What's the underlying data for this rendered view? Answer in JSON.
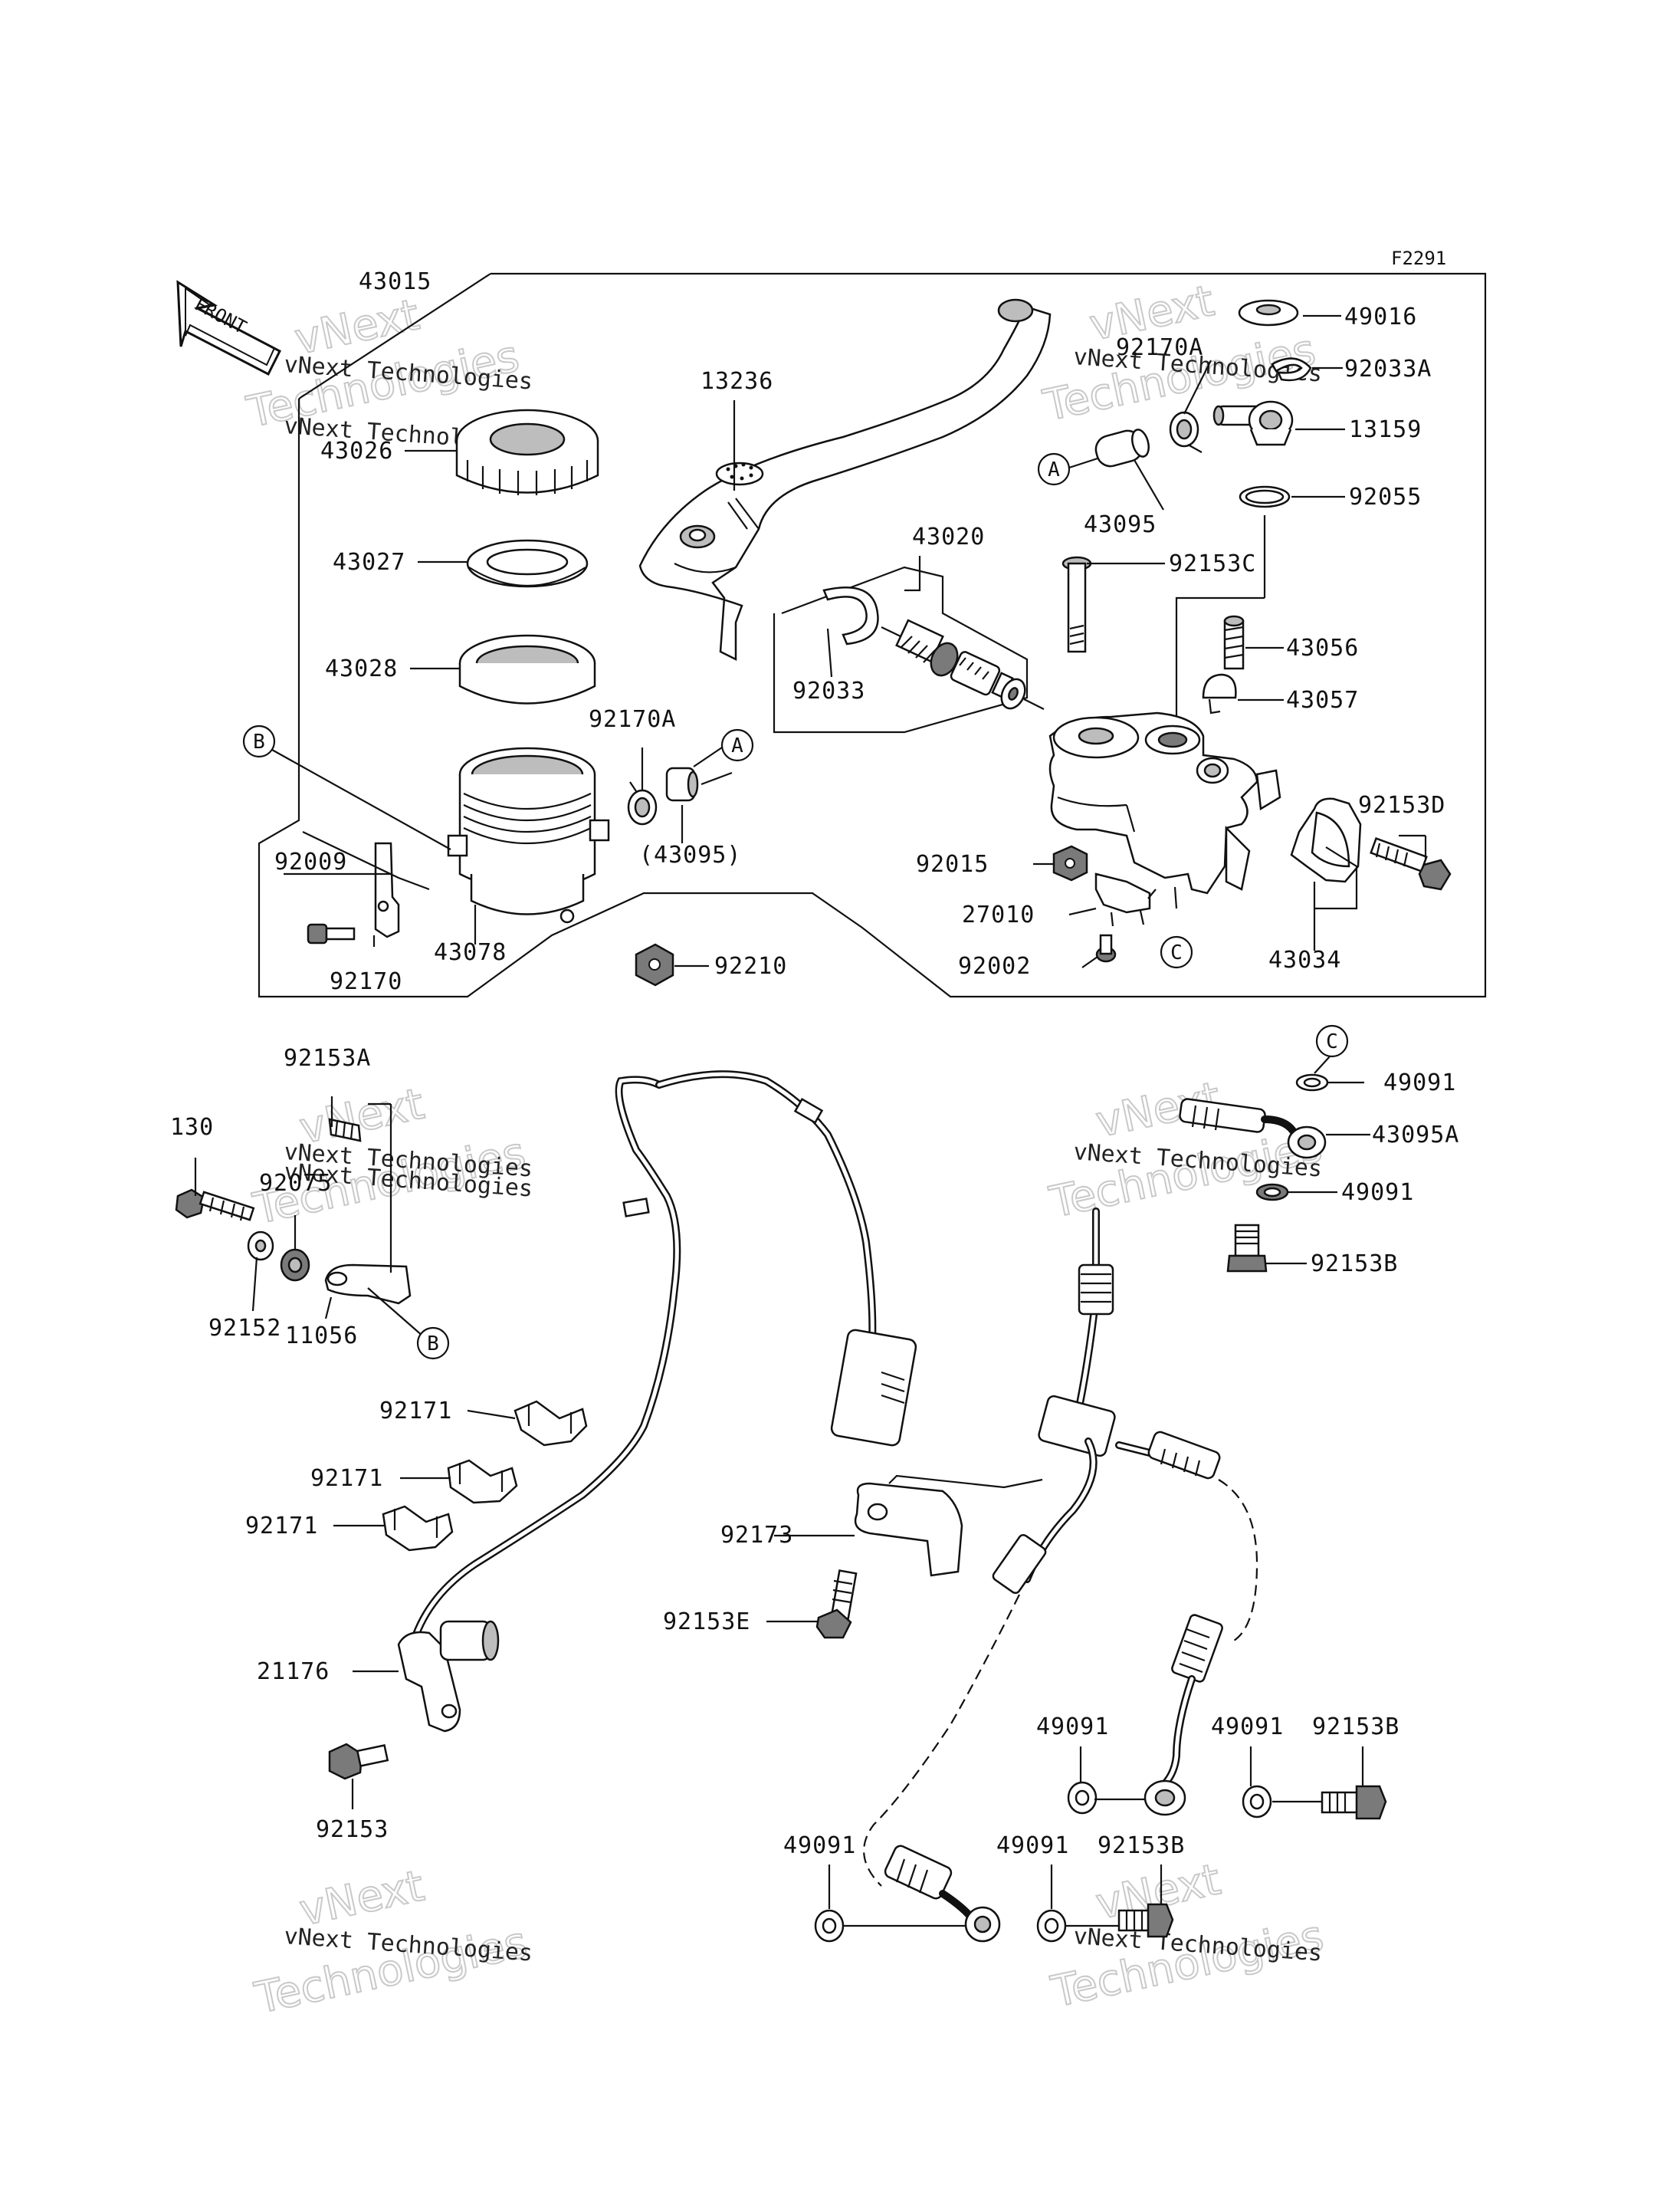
{
  "figure_code": "F2291",
  "front_label": "FRONT",
  "watermark": {
    "line1": "vNext",
    "line2": "vNext Technologies",
    "line3": "Technologies"
  },
  "callouts": {
    "A": "A",
    "B": "B",
    "C": "C"
  },
  "labels": {
    "p43015": "43015",
    "p43026": "43026",
    "p43027": "43027",
    "p43028": "43028",
    "p13236": "13236",
    "p43020": "43020",
    "p92033": "92033",
    "p92170A_top": "92170A",
    "p43095": "43095",
    "p49016": "49016",
    "p92033A": "92033A",
    "p13159": "13159",
    "p92055": "92055",
    "p92153C": "92153C",
    "p43056": "43056",
    "p43057": "43057",
    "p92170A_mid": "92170A",
    "p43095_paren": "(43095)",
    "p92009": "92009",
    "p92170": "92170",
    "p43078": "43078",
    "p92210": "92210",
    "p92015": "92015",
    "p27010": "27010",
    "p92002": "92002",
    "p43034": "43034",
    "p92153D": "92153D",
    "p92153A": "92153A",
    "p130": "130",
    "p92075": "92075",
    "p92152": "92152",
    "p11056": "11056",
    "p92171_a": "92171",
    "p92171_b": "92171",
    "p92171_c": "92171",
    "p21176": "21176",
    "p92153": "92153",
    "p92173": "92173",
    "p92153E": "92153E",
    "p49091_a": "49091",
    "p43095A": "43095A",
    "p49091_b": "49091",
    "p92153B_a": "92153B",
    "p49091_c": "49091",
    "p49091_d": "49091",
    "p92153B_b": "92153B",
    "p49091_e": "49091",
    "p49091_f": "49091",
    "p92153B_c": "92153B"
  }
}
